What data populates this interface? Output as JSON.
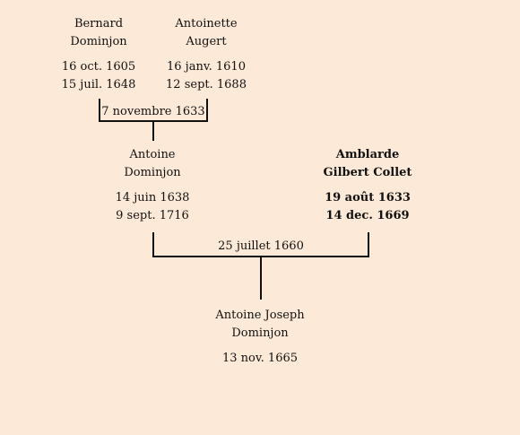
{
  "persons": {
    "bernard": {
      "first": "Bernard",
      "last": "Dominjon",
      "birth": "16 oct. 1605",
      "death": "15 juil. 1648"
    },
    "antoinette": {
      "first": "Antoinette",
      "last": "Augert",
      "birth": "16 janv. 1610",
      "death": "12 sept. 1688"
    },
    "antoine": {
      "first": "Antoine",
      "last": "Dominjon",
      "birth": "14 juin 1638",
      "death": "9 sept. 1716"
    },
    "amblarde": {
      "first": "Amblarde",
      "last": "Gilbert Collet",
      "birth": "19 août 1633",
      "death": "14 dec. 1669"
    },
    "antoine_joseph": {
      "first": "Antoine Joseph",
      "last": "Dominjon",
      "birth": "13 nov. 1665"
    }
  },
  "marriages": {
    "gen1": "7 novembre 1633",
    "gen2": "25 juillet 1660"
  }
}
